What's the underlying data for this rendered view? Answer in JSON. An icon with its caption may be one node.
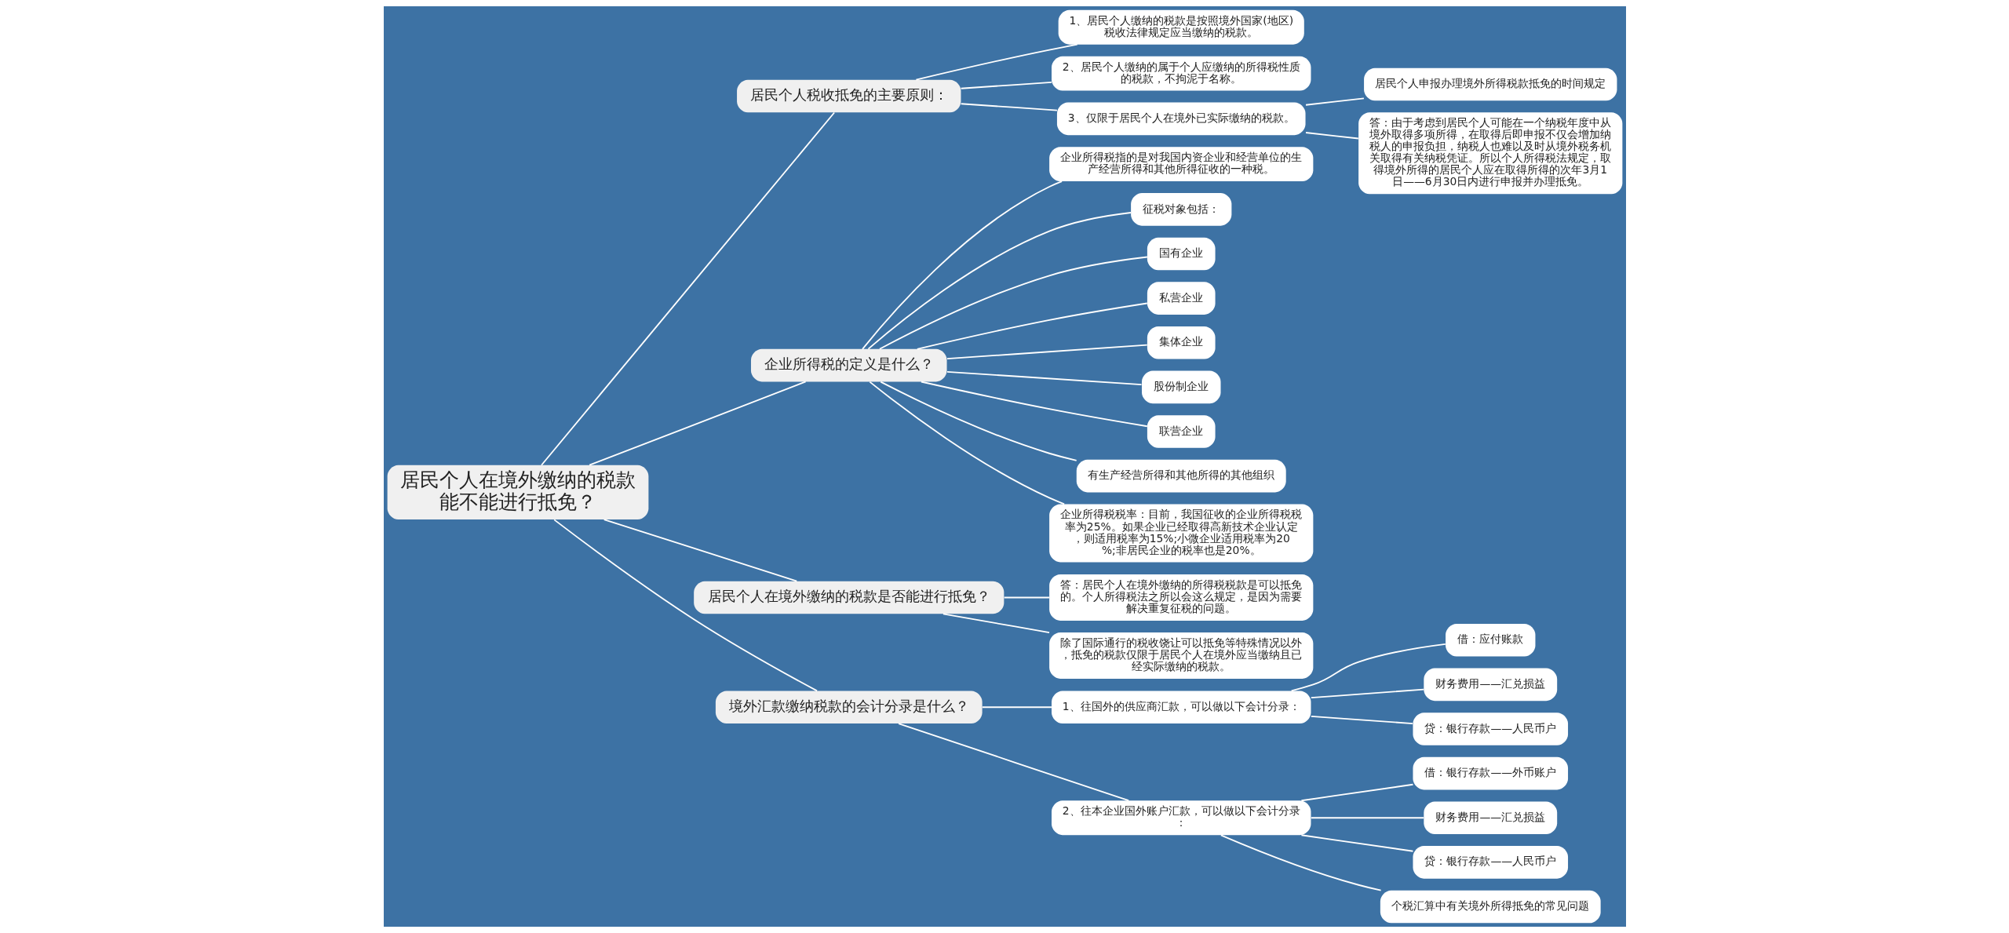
{
  "diagram": {
    "nodes": [
      {
        "text": [
          "居民个人在境外缴纳的税款能不能进行抵免？"
        ]
      },
      {
        "text": [
          "居民个人税收抵免的主要原则："
        ]
      },
      {
        "text": [
          "1、居民个人缴纳的税款是按照境外国家(地区)税收法律规定应当缴纳的税款。"
        ]
      },
      {
        "text": [
          "2、居民个人缴纳的属于个人应缴纳的所得税性质的税款，不拘泥于名称。"
        ]
      },
      {
        "text": [
          "3、仅限于居民个人在境外已实际缴纳的税款。"
        ]
      },
      {
        "text": [
          "居民个人申报办理境外所得税款抵免的时间规定"
        ]
      },
      {
        "text": [
          "答：由于考虑到居民个人可能在一个纳税年度中从境外取得多项所得，在取得后即申报不仅会增加纳税人的申报负担，纳税人也难以及时从境外税务机关取得有关纳税凭证。所以个人所得税法规定，取得境外所得的居民个人应在取得所得的次年3月1日——6月30日内进行申报并办理抵免。"
        ]
      },
      {
        "text": [
          "企业所得税的定义是什么？"
        ]
      },
      {
        "text": [
          "企业所得税指的是对我国内资企业和经营单位的生产经营所得和其他所得征收的一种税。"
        ]
      },
      {
        "text": [
          "征税对象包括："
        ]
      },
      {
        "text": [
          "国有企业"
        ]
      },
      {
        "text": [
          "私营企业"
        ]
      },
      {
        "text": [
          "集体企业"
        ]
      },
      {
        "text": [
          "股份制企业"
        ]
      },
      {
        "text": [
          "联营企业"
        ]
      },
      {
        "text": [
          "有生产经营所得和其他所得的其他组织"
        ]
      },
      {
        "text": [
          "企业所得税税率：目前，我国征收的企业所得税税率为25%。如果企业已经取得高新技术企业认定，则适用税率为15%;小微企业适用税率为20%;非居民企业的税率也是20%。"
        ]
      },
      {
        "text": [
          "居民个人在境外缴纳的税款是否能进行抵免？"
        ]
      },
      {
        "text": [
          "答：居民个人在境外缴纳的所得税税款是可以抵免的。个人所得税法之所以会这么规定，是因为需要解决重复征税的问题。"
        ]
      },
      {
        "text": [
          "除了国际通行的税收饶让可以抵免等特殊情况以外，抵免的税款仅限于居民个人在境外应当缴纳且已经实际缴纳的税款。"
        ]
      },
      {
        "text": [
          "境外汇款缴纳税款的会计分录是什么？"
        ]
      },
      {
        "text": [
          "1、往国外的供应商汇款，可以做以下会计分录："
        ]
      },
      {
        "text": [
          "借：应付账款"
        ]
      },
      {
        "text": [
          "财务费用——汇兑损益"
        ]
      },
      {
        "text": [
          "贷：银行存款——人民币户"
        ]
      },
      {
        "text": [
          "2、往本企业国外账户汇款，可以做以下会计分录："
        ]
      },
      {
        "text": [
          "借：银行存款——外币账户"
        ]
      },
      {
        "text": [
          "财务费用——汇兑损益"
        ]
      },
      {
        "text": [
          "贷：银行存款——人民币户"
        ]
      },
      {
        "text": [
          "个税汇算中有关境外所得抵免的常见问题"
        ]
      }
    ],
    "edges": [
      {
        "from": 0,
        "to": 1,
        "arrow": "none"
      },
      {
        "from": 1,
        "to": 2,
        "arrow": "none"
      },
      {
        "from": 1,
        "to": 3,
        "arrow": "none"
      },
      {
        "from": 1,
        "to": 4,
        "arrow": "none"
      },
      {
        "from": 4,
        "to": 5,
        "arrow": "none"
      },
      {
        "from": 4,
        "to": 6,
        "arrow": "none"
      },
      {
        "from": 0,
        "to": 7,
        "arrow": "none"
      },
      {
        "from": 7,
        "to": 8,
        "arrow": "none"
      },
      {
        "from": 7,
        "to": 9,
        "arrow": "none"
      },
      {
        "from": 7,
        "to": 10,
        "arrow": "none"
      },
      {
        "from": 7,
        "to": 11,
        "arrow": "none"
      },
      {
        "from": 7,
        "to": 12,
        "arrow": "none"
      },
      {
        "from": 7,
        "to": 13,
        "arrow": "none"
      },
      {
        "from": 7,
        "to": 14,
        "arrow": "none"
      },
      {
        "from": 7,
        "to": 15,
        "arrow": "none"
      },
      {
        "from": 7,
        "to": 16,
        "arrow": "none"
      },
      {
        "from": 0,
        "to": 17,
        "arrow": "none"
      },
      {
        "from": 17,
        "to": 18,
        "arrow": "none"
      },
      {
        "from": 17,
        "to": 19,
        "arrow": "none"
      },
      {
        "from": 0,
        "to": 20,
        "arrow": "none"
      },
      {
        "from": 20,
        "to": 21,
        "arrow": "none"
      },
      {
        "from": 21,
        "to": 22,
        "arrow": "none"
      },
      {
        "from": 21,
        "to": 23,
        "arrow": "none"
      },
      {
        "from": 21,
        "to": 24,
        "arrow": "none"
      },
      {
        "from": 20,
        "to": 25,
        "arrow": "none"
      },
      {
        "from": 25,
        "to": 26,
        "arrow": "none"
      },
      {
        "from": 25,
        "to": 27,
        "arrow": "none"
      },
      {
        "from": 25,
        "to": 28,
        "arrow": "none"
      },
      {
        "from": 25,
        "to": 29,
        "arrow": "none"
      }
    ]
  }
}
